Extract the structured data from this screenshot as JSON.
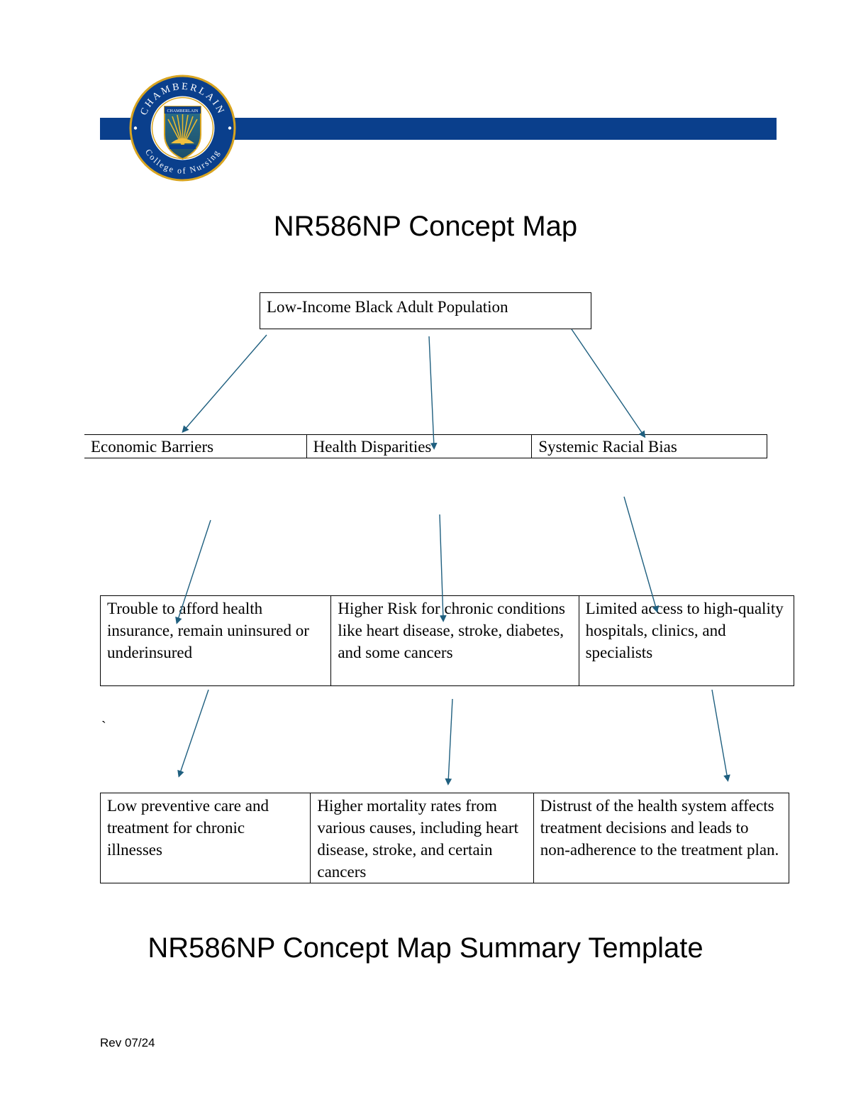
{
  "logo": {
    "name": "chamberlain-college-of-nursing-seal",
    "ring_text_top": "CHAMBERLAIN",
    "ring_text_bottom": "College of Nursing",
    "shield_text": "CHAMBERLAIN",
    "colors": {
      "navy": "#0a3f8c",
      "gold": "#d9a520",
      "teal": "#2a6f8a"
    }
  },
  "header": {
    "bar_color": "#0a3f8c",
    "title": "NR586NP Concept Map"
  },
  "concept_map": {
    "root": "Low-Income Black Adult Population",
    "level1": [
      "Economic Barriers",
      "Health Disparities",
      "Systemic Racial Bias"
    ],
    "level2": [
      "Trouble to afford health insurance, remain uninsured or underinsured",
      "Higher Risk for chronic conditions like heart disease, stroke, diabetes, and some cancers",
      "Limited access to high-quality hospitals, clinics, and specialists"
    ],
    "level3": [
      "Low preventive care and treatment for chronic illnesses",
      "Higher mortality rates from various causes, including heart disease, stroke, and certain cancers",
      "Distrust of the health system affects treatment decisions and leads to non-adherence to the treatment plan."
    ],
    "arrow_color": "#1f5f7f",
    "stray_mark": "`"
  },
  "summary": {
    "title": "NR586NP Concept Map Summary Template"
  },
  "footer": {
    "revision": "Rev 07/24"
  }
}
